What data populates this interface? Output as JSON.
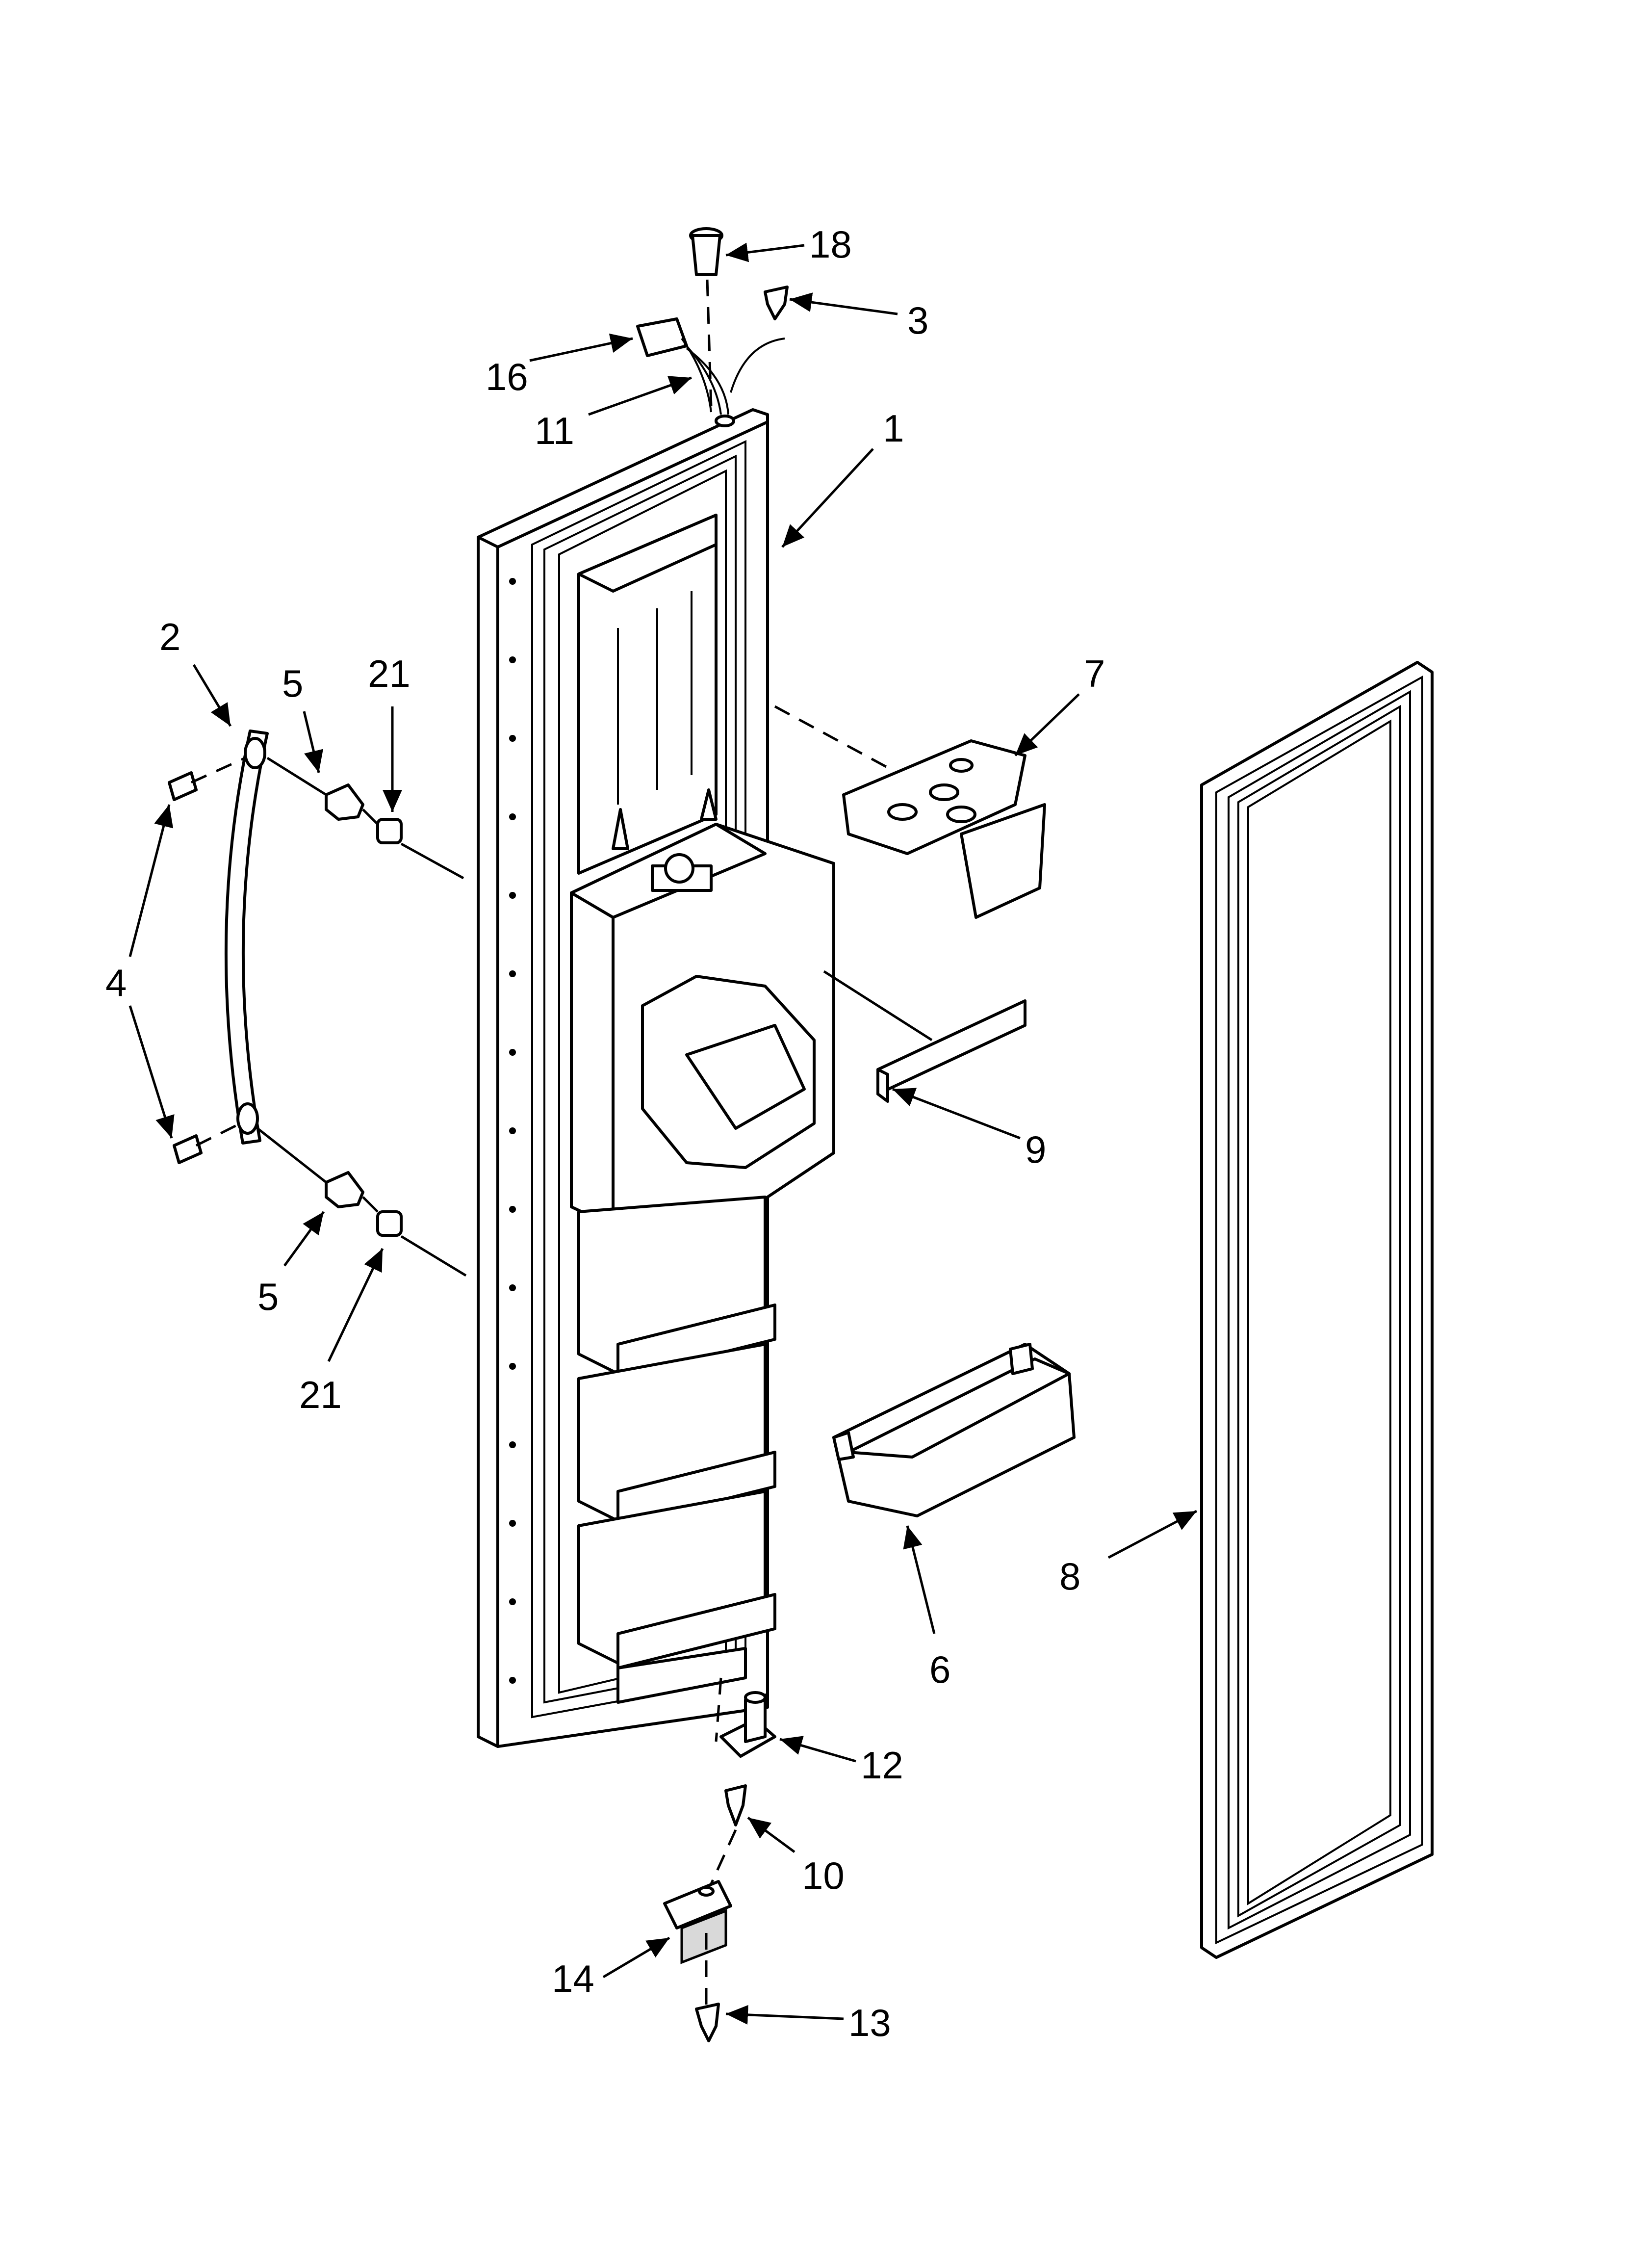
{
  "callouts": {
    "c1": "1",
    "c2": "2",
    "c3": "3",
    "c4": "4",
    "c5a": "5",
    "c5b": "5",
    "c6": "6",
    "c7": "7",
    "c8": "8",
    "c9": "9",
    "c10": "10",
    "c11": "11",
    "c12": "12",
    "c13": "13",
    "c14": "14",
    "c16": "16",
    "c18": "18",
    "c21a": "21",
    "c21b": "21"
  }
}
